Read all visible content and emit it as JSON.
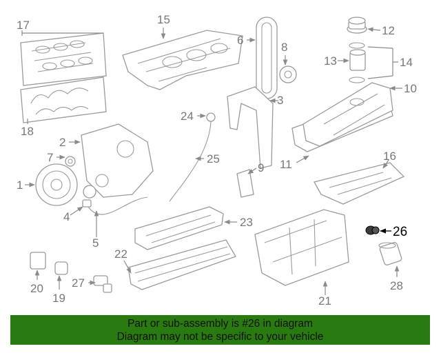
{
  "diagram": {
    "callouts": [
      "1",
      "2",
      "3",
      "4",
      "5",
      "6",
      "7",
      "8",
      "9",
      "10",
      "11",
      "12",
      "13",
      "14",
      "15",
      "16",
      "17",
      "18",
      "19",
      "20",
      "21",
      "22",
      "23",
      "24",
      "25",
      "26",
      "27",
      "28"
    ],
    "highlighted_part": "26"
  },
  "banner": {
    "line1": "Part or sub-assembly is #26 in diagram",
    "line2": "Diagram may not be specific to your vehicle"
  },
  "colors": {
    "banner_bg": "#2a7a12",
    "line_art": "#9a9a9a",
    "highlight": "#000000"
  }
}
